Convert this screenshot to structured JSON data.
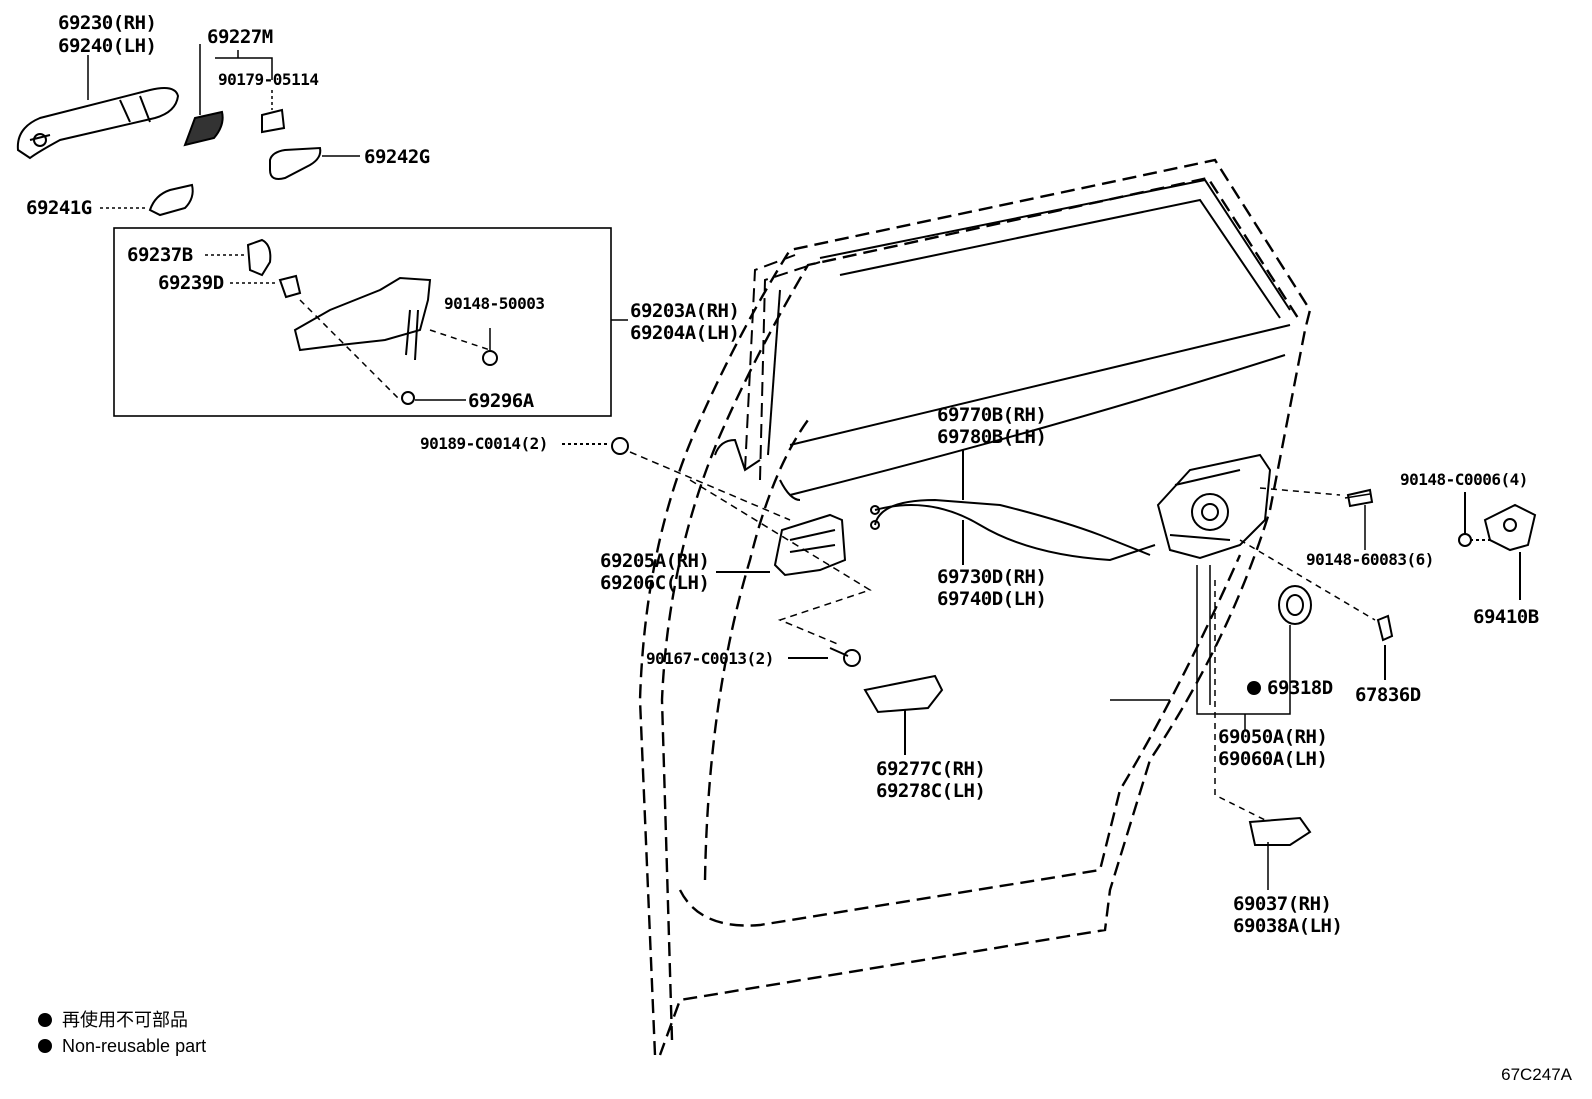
{
  "labels": {
    "p69230": "69230(RH)",
    "p69240": "69240(LH)",
    "p69227M": "69227M",
    "p90179": "90179-05114",
    "p69242G": "69242G",
    "p69241G": "69241G",
    "p69237B": "69237B",
    "p69239D": "69239D",
    "p90148_50003": "90148-50003",
    "p69203A": "69203A(RH)",
    "p69204A": "69204A(LH)",
    "p69296A": "69296A",
    "p90189": "90189-C0014(2)",
    "p69770B": "69770B(RH)",
    "p69780B": "69780B(LH)",
    "p90148_C0006": "90148-C0006(4)",
    "p69205A": "69205A(RH)",
    "p69206C": "69206C(LH)",
    "p69730D": "69730D(RH)",
    "p69740D": "69740D(LH)",
    "p90148_60083": "90148-60083(6)",
    "p69410B": "69410B",
    "p90167": "90167-C0013(2)",
    "p69318D": "69318D",
    "p67836D": "67836D",
    "p69050A": "69050A(RH)",
    "p69060A": "69060A(LH)",
    "p69277C": "69277C(RH)",
    "p69278C": "69278C(LH)",
    "p69037": "69037(RH)",
    "p69038A": "69038A(LH)"
  },
  "legend": {
    "japanese": "再使用不可部品",
    "english": "Non-reusable part"
  },
  "diagram_code": "67C247A"
}
